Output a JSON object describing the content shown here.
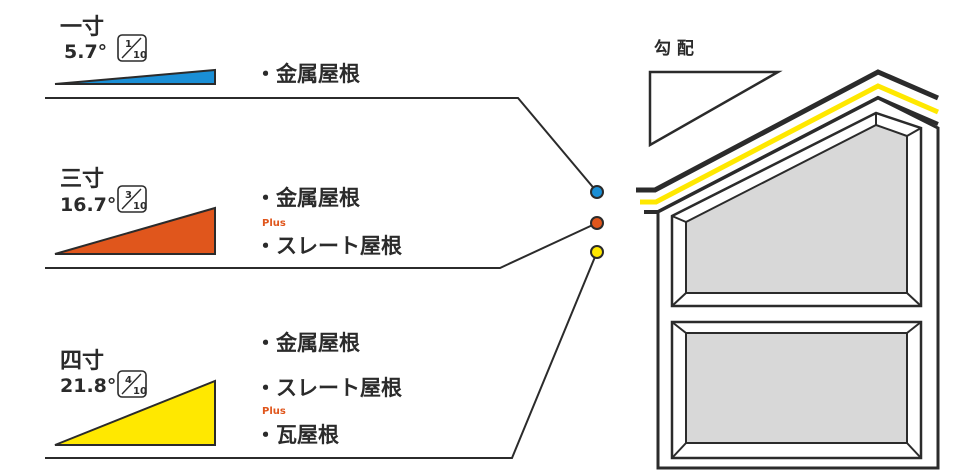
{
  "title": "勾 配",
  "pitches": [
    {
      "name": "一寸",
      "angle": "5.7°",
      "frac_num": "1",
      "frac_den": "10",
      "color": "#1a8fd6",
      "roofs": [
        "・金属屋根"
      ],
      "plus_label": ""
    },
    {
      "name": "三寸",
      "angle": "16.7°",
      "frac_num": "3",
      "frac_den": "10",
      "color": "#e0561c",
      "roofs": [
        "・金属屋根",
        "・スレート屋根"
      ],
      "plus_label": "Plus"
    },
    {
      "name": "四寸",
      "angle": "21.8°",
      "frac_num": "4",
      "frac_den": "10",
      "color": "#ffe800",
      "roofs": [
        "・金属屋根",
        "・スレート屋根",
        "・瓦屋根"
      ],
      "plus_label": "Plus"
    }
  ],
  "colors": {
    "ink": "#2b2b2b",
    "roof_line": "#ffe800",
    "window_fill": "#d8d8d8",
    "plus_text": "#e0561c"
  }
}
